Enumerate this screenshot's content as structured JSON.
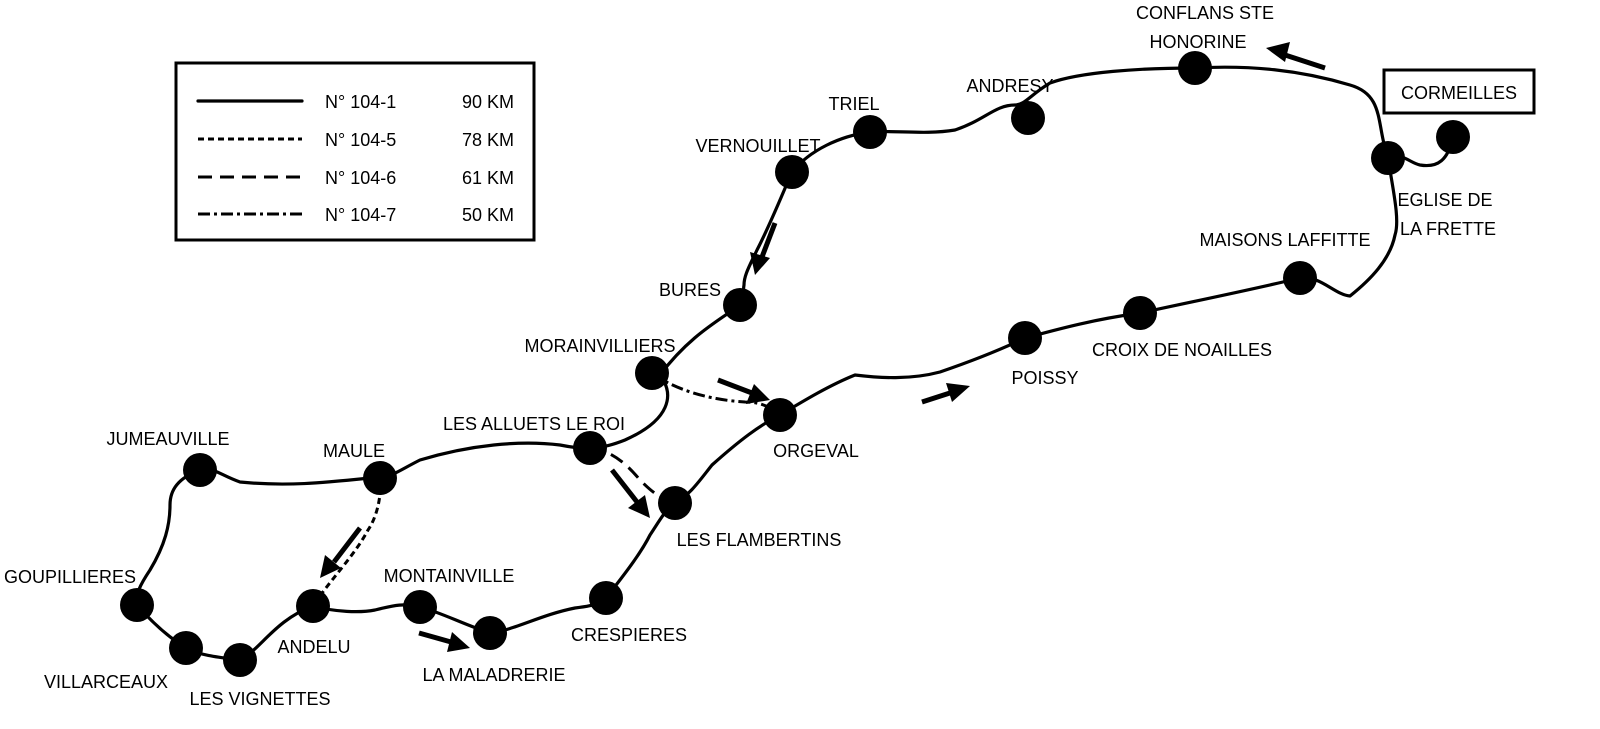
{
  "legend": {
    "items": [
      {
        "style": "solid",
        "code": "N° 104-1",
        "distance": "90 KM"
      },
      {
        "style": "dotted",
        "code": "N° 104-5",
        "distance": "78 KM"
      },
      {
        "style": "dashed",
        "code": "N° 104-6",
        "distance": "61 KM"
      },
      {
        "style": "dashdot",
        "code": "N° 104-7",
        "distance": "50 KM"
      }
    ]
  },
  "start_box": {
    "label": "CORMEILLES"
  },
  "towns": {
    "conflans_1": "CONFLANS STE",
    "conflans_2": "HONORINE",
    "andresy": "ANDRESY",
    "triel": "TRIEL",
    "vernouillet": "VERNOUILLET",
    "bures": "BURES",
    "morainvilliers": "MORAINVILLIERS",
    "les_alluets": "LES ALLUETS LE ROI",
    "maule": "MAULE",
    "jumeauville": "JUMEAUVILLE",
    "goupillieres": "GOUPILLIERES",
    "villarceaux": "VILLARCEAUX",
    "les_vignettes": "LES VIGNETTES",
    "andelu": "ANDELU",
    "montainville": "MONTAINVILLE",
    "la_maladrerie": "LA MALADRERIE",
    "crespieres": "CRESPIERES",
    "les_flambertins": "LES FLAMBERTINS",
    "orgeval": "ORGEVAL",
    "poissy": "POISSY",
    "croix_de_noailles": "CROIX DE NOAILLES",
    "maisons_laffitte": "MAISONS LAFFITTE",
    "eglise_1": "EGLISE DE",
    "eglise_2": "LA FRETTE"
  },
  "colors": {
    "ink": "#000000",
    "background": "#ffffff"
  }
}
